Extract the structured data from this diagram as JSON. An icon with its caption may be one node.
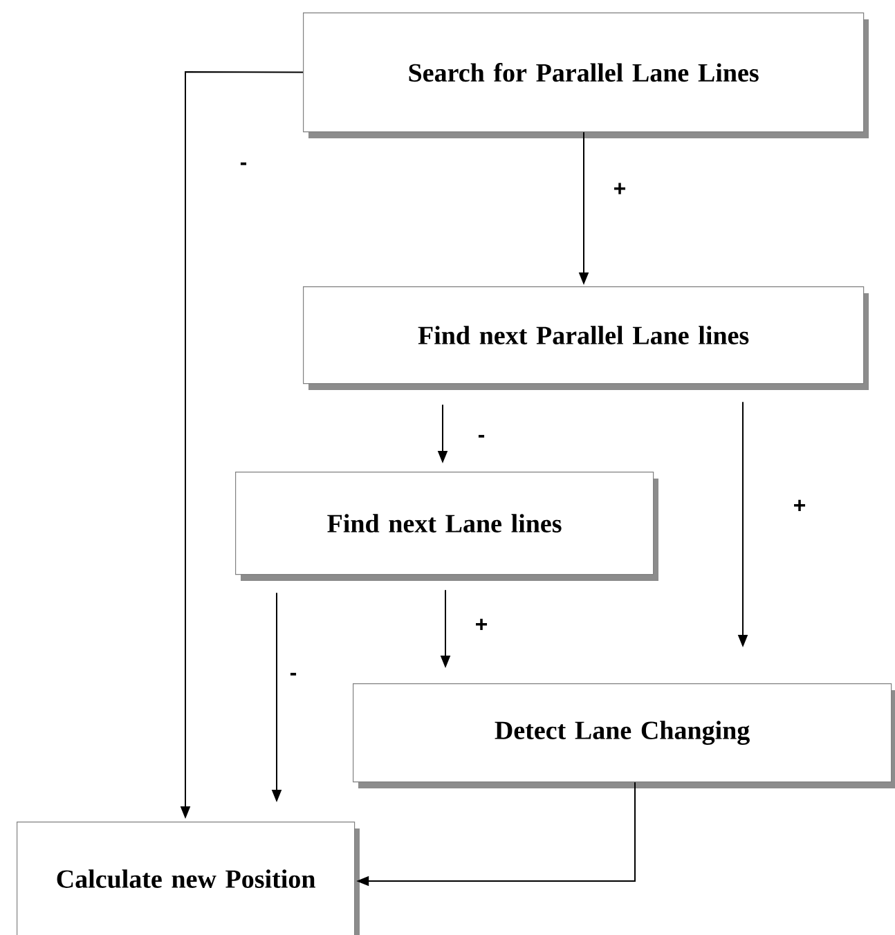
{
  "diagram": {
    "nodes": [
      {
        "text": [
          "Search for Parallel Lane Lines"
        ]
      },
      {
        "text": [
          "Find next Parallel Lane lines"
        ]
      },
      {
        "text": [
          "Find next Lane lines"
        ]
      },
      {
        "text": [
          "Detect Lane Changing"
        ]
      },
      {
        "text": [
          "Calculate new Position"
        ]
      }
    ],
    "edges": [
      {
        "from": 0,
        "to": 4,
        "arrow": "to",
        "label": "-"
      },
      {
        "from": 0,
        "to": 1,
        "arrow": "to",
        "label": "+"
      },
      {
        "from": 1,
        "to": 2,
        "arrow": "to",
        "label": "-"
      },
      {
        "from": 1,
        "to": 3,
        "arrow": "to",
        "label": "+"
      },
      {
        "from": 2,
        "to": 3,
        "arrow": "to",
        "label": "+"
      },
      {
        "from": 2,
        "to": 4,
        "arrow": "to",
        "label": "-"
      },
      {
        "from": 3,
        "to": 4,
        "arrow": "to"
      }
    ]
  }
}
